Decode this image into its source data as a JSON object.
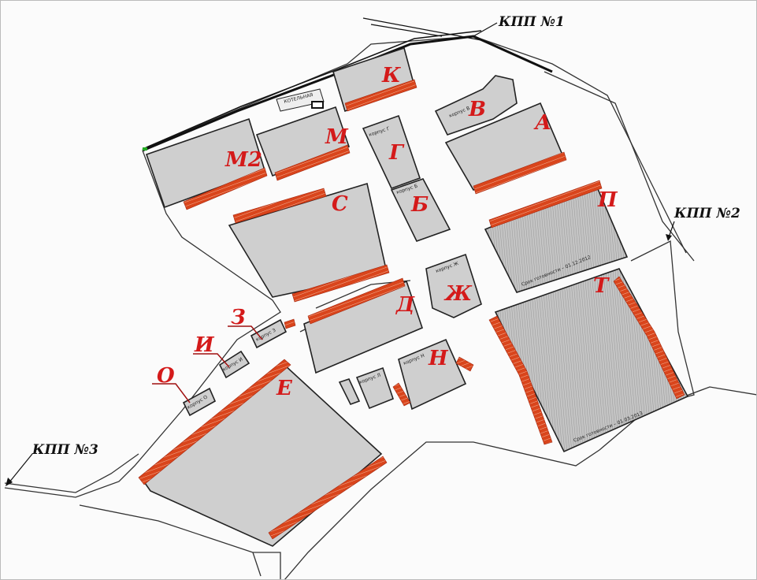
{
  "checkpoints": {
    "kpp1": "КПП №1",
    "kpp2": "КПП №2",
    "kpp3": "КПП №3"
  },
  "buildings": {
    "K": "К",
    "V": "В",
    "A": "А",
    "M2": "М2",
    "M": "М",
    "G": "Г",
    "B": "Б",
    "S": "С",
    "P": "П",
    "Zh": "Ж",
    "D": "Д",
    "T": "Т",
    "N": "Н",
    "E": "Е",
    "Z": "З",
    "I": "И",
    "O": "О"
  },
  "building_tags": {
    "G": "корпус Г",
    "B": "корпус Б",
    "V": "корпус В",
    "Zh": "корпус Ж",
    "N": "корпус Н",
    "L": "корпус Л",
    "Z": "корпус З",
    "I": "корпус И",
    "O": "корпус О",
    "K_shop": "КОТЕЛЬНАЯ"
  },
  "readiness": {
    "P": "Срок готовности – 01.12.2012",
    "T": "Срок готовности – 01.03.2013"
  },
  "colors": {
    "label": "#d41a1a",
    "building": "#cfcfcf",
    "parking": "#d9451c"
  }
}
